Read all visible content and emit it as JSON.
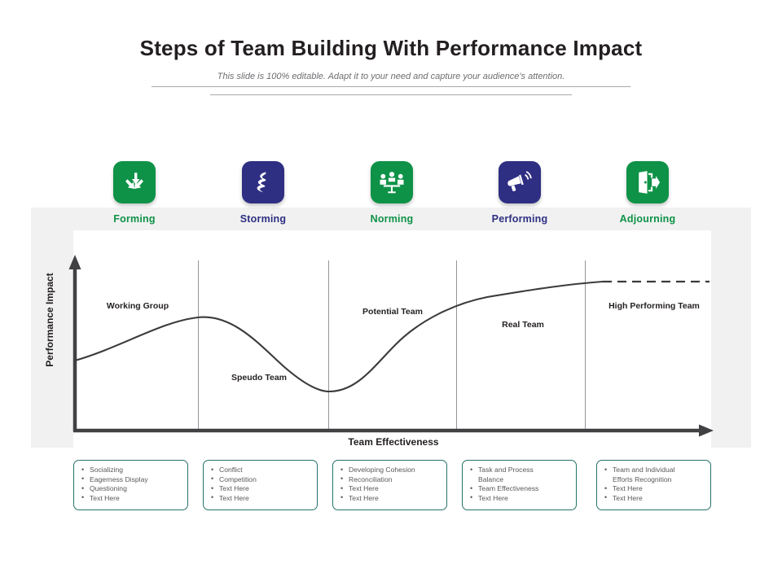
{
  "header": {
    "title": "Steps of Team Building With Performance Impact",
    "subtitle": "This slide is 100% editable. Adapt it to your need and capture your audience's attention."
  },
  "colors": {
    "green": "#0e9247",
    "navy": "#2e2f82",
    "green_text": "#0e9247",
    "navy_text": "#2e2f82",
    "panel_bg": "#f1f1f1",
    "box_border": "#27716b",
    "curve": "#3b3b3b"
  },
  "stages": [
    {
      "label": "Forming",
      "icon": "converging-arrows-icon",
      "color": "#0e9247",
      "tone": "green"
    },
    {
      "label": "Storming",
      "icon": "lightning-bolt-icon",
      "color": "#2e2f82",
      "tone": "navy"
    },
    {
      "label": "Norming",
      "icon": "team-meeting-icon",
      "color": "#0e9247",
      "tone": "green"
    },
    {
      "label": "Performing",
      "icon": "megaphone-icon",
      "color": "#2e2f82",
      "tone": "navy"
    },
    {
      "label": "Adjourning",
      "icon": "exit-door-icon",
      "color": "#0e9247",
      "tone": "green"
    }
  ],
  "chart_data": {
    "type": "line",
    "title": "",
    "xlabel": "Team Effectiveness",
    "ylabel": "Performance Impact",
    "xlim": [
      0,
      100
    ],
    "ylim": [
      0,
      100
    ],
    "grid": false,
    "legend": "none",
    "series": [
      {
        "name": "Team performance curve",
        "x": [
          0,
          8,
          16,
          24,
          32,
          40,
          48,
          56,
          64,
          72,
          80,
          86,
          92,
          100
        ],
        "y": [
          36,
          45,
          55,
          62,
          58,
          45,
          30,
          26,
          38,
          55,
          64,
          68,
          70,
          70
        ],
        "style": "solid-then-dashed",
        "dash_start_x": 86
      }
    ],
    "dividers": [
      20,
      40,
      60,
      80
    ],
    "annotations": [
      {
        "text": "Working Group",
        "x": 10,
        "y": 80
      },
      {
        "text": "Speudo Team",
        "x": 30,
        "y": 32
      },
      {
        "text": "Potential Team",
        "x": 46,
        "y": 78
      },
      {
        "text": "Real Team",
        "x": 70,
        "y": 64
      },
      {
        "text": "High Performing Team",
        "x": 91,
        "y": 72
      }
    ]
  },
  "curve_labels": [
    {
      "text": "Working Group"
    },
    {
      "text": "Speudo Team"
    },
    {
      "text": "Potential Team"
    },
    {
      "text": "Real Team"
    },
    {
      "text": "High Performing\nTeam"
    }
  ],
  "bullet_boxes": [
    {
      "items": [
        "Socializing",
        "Eagerness Display",
        "Questioning",
        "Text Here"
      ]
    },
    {
      "items": [
        "Conflict",
        "Competition",
        "Text Here",
        "Text Here"
      ]
    },
    {
      "items": [
        "Developing Cohesion",
        "Reconciliation",
        "Text Here",
        "Text Here"
      ]
    },
    {
      "items": [
        "Task and Process\nBalance",
        "Team Effectiveness",
        "Text Here"
      ]
    },
    {
      "items": [
        "Team and Individual\nEfforts Recognition",
        "Text Here",
        "Text Here"
      ]
    }
  ]
}
